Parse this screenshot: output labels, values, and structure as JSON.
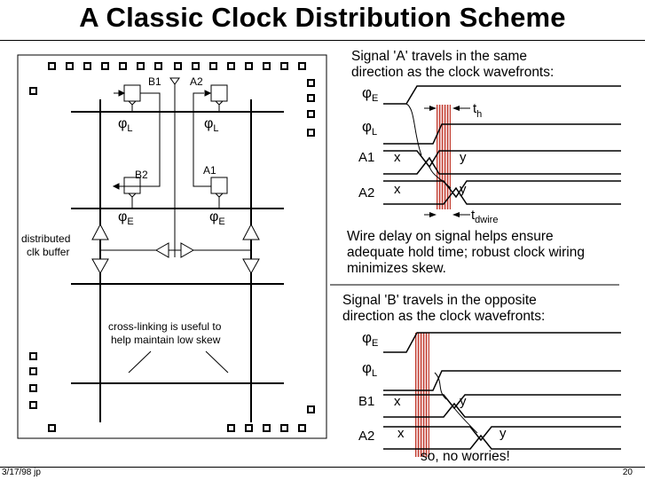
{
  "slide": {
    "title": "A Classic Clock Distribution Scheme",
    "footer_left": "3/17/98 jp",
    "footer_right": "20"
  },
  "diagram": {
    "labels": {
      "b1": "B1",
      "a2": "A2",
      "b2": "B2",
      "a1": "A1",
      "phi_sym": "φ",
      "sub_l": "L",
      "sub_e": "E",
      "buffer_note_line1": "distributed",
      "buffer_note_line2": "clk buffer",
      "cross_note_line1": "cross-linking is useful to",
      "cross_note_line2": "help maintain low skew"
    }
  },
  "section_a": {
    "intro_line1": "Signal 'A' travels in the same",
    "intro_line2": "direction as the clock wavefronts:",
    "sig_phi_e_sym": "φ",
    "sig_phi_e_sub": "E",
    "sig_phi_l_sym": "φ",
    "sig_phi_l_sub": "L",
    "sig_a1": "A1",
    "sig_a2": "A2",
    "x_label": "x",
    "y_label": "y",
    "th_t": "t",
    "th_sub": "h",
    "tdwire_t": "t",
    "tdwire_sub": "dwire",
    "note_line1": "Wire delay on signal helps ensure",
    "note_line2": "adequate hold time; robust clock wiring",
    "note_line3": "minimizes skew."
  },
  "section_b": {
    "intro_line1": "Signal 'B' travels in the opposite",
    "intro_line2": "direction as the clock wavefronts:",
    "sig_phi_e_sym": "φ",
    "sig_phi_e_sub": "E",
    "sig_phi_l_sym": "φ",
    "sig_phi_l_sub": "L",
    "sig_b1": "B1",
    "sig_a2": "A2",
    "x_label": "x",
    "y_label": "y",
    "conclusion": "so, no worries!"
  },
  "colors": {
    "hatch": "#c0392b",
    "ink": "#000000"
  }
}
